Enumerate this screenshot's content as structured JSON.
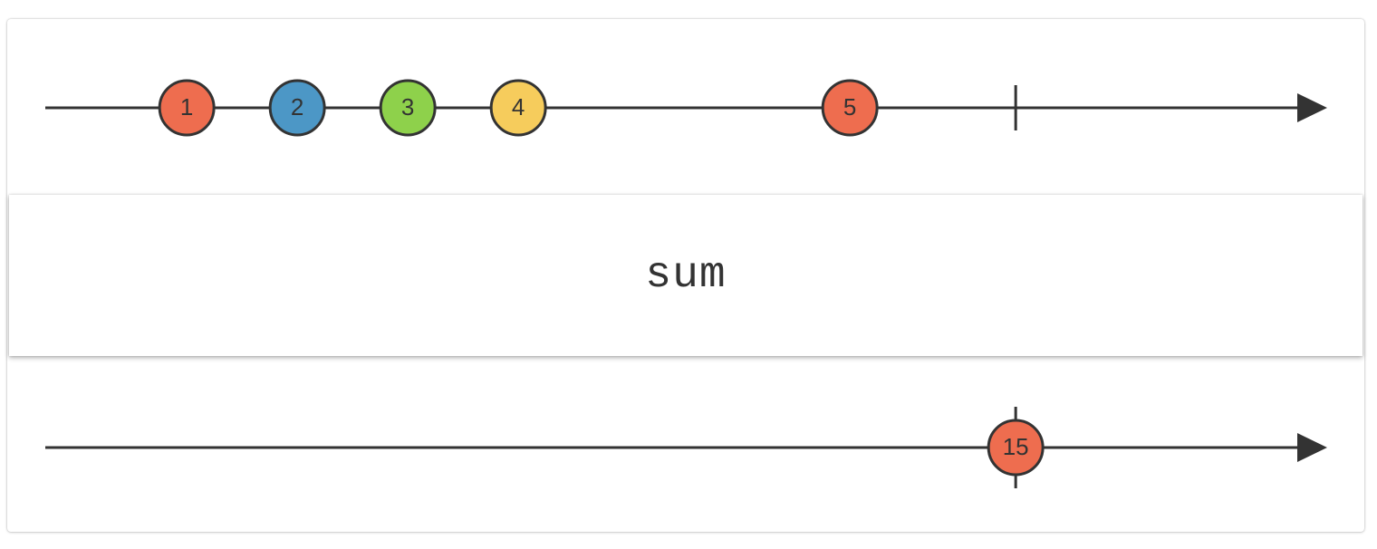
{
  "operator": {
    "name": "sum"
  },
  "input": {
    "marbles": [
      {
        "label": "1",
        "time": 1.28,
        "color": "#EE6D4F"
      },
      {
        "label": "2",
        "time": 2.28,
        "color": "#4C97C6"
      },
      {
        "label": "3",
        "time": 3.28,
        "color": "#8ED14B"
      },
      {
        "label": "4",
        "time": 4.28,
        "color": "#F6CC5C"
      },
      {
        "label": "5",
        "time": 7.28,
        "color": "#EE6D4F"
      }
    ],
    "completion_time": 8.78
  },
  "output": {
    "marbles": [
      {
        "label": "15",
        "time": 8.78,
        "color": "#EE6D4F"
      }
    ],
    "completion_time": 8.78
  },
  "colors": {
    "line": "#333333",
    "marble_stroke": "#333333"
  }
}
